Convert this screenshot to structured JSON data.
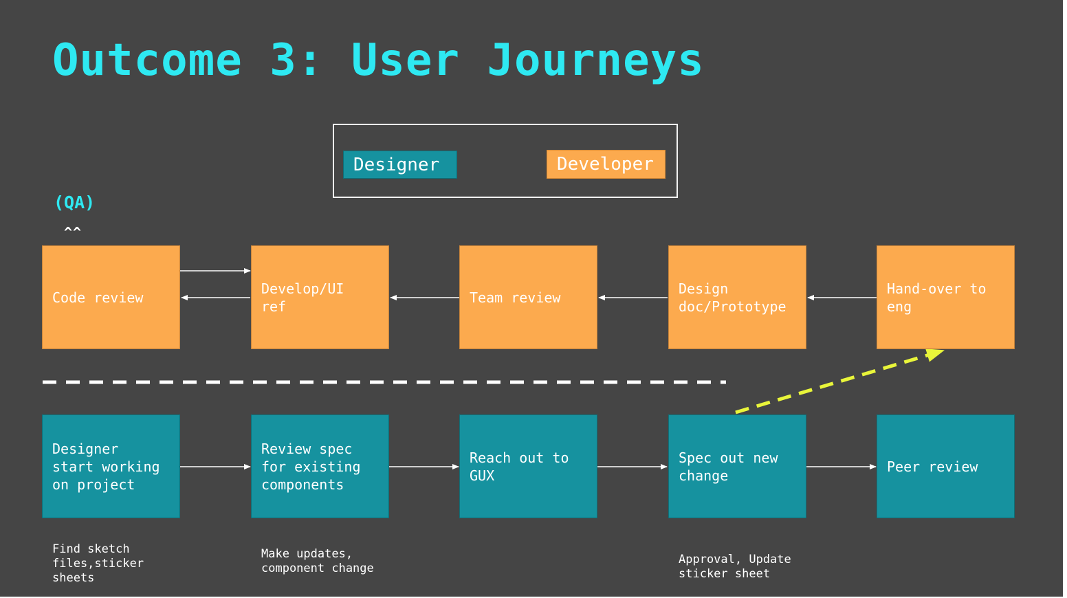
{
  "title": "Outcome 3: User Journeys",
  "legend": {
    "designer": "Designer",
    "developer": "Developer"
  },
  "qa_label": "(QA)",
  "qa_marker": "^^",
  "developer_row": [
    {
      "label": "Code review"
    },
    {
      "label": "Develop/UI\nref"
    },
    {
      "label": "Team review"
    },
    {
      "label": "Design\ndoc/Prototype"
    },
    {
      "label": "Hand-over to\neng"
    }
  ],
  "designer_row": [
    {
      "label": "Designer\nstart working\non project"
    },
    {
      "label": "Review spec\nfor existing\ncomponents"
    },
    {
      "label": "Reach out to\nGUX"
    },
    {
      "label": "Spec out new\nchange"
    },
    {
      "label": "Peer review"
    }
  ],
  "notes": [
    "Find sketch\nfiles,sticker\nsheets",
    "Make updates,\ncomponent change",
    "Approval, Update\nsticker sheet"
  ],
  "colors": {
    "background": "#454545",
    "title": "#2ee9f2",
    "developer": "#fcaa4e",
    "designer": "#16929f",
    "handoff_arrow": "#e9f53a",
    "divider": "#ffffff"
  }
}
